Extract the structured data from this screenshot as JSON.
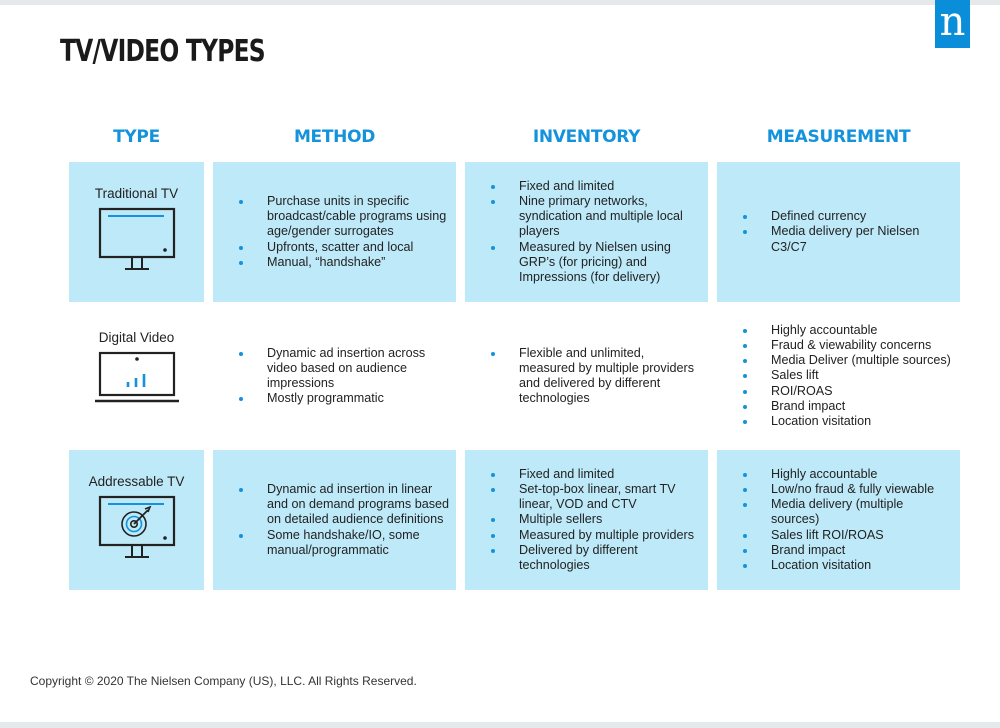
{
  "page": {
    "title": "TV/VIDEO TYPES",
    "logo_letter": "n",
    "copyright": "Copyright © 2020 The Nielsen Company (US), LLC. All Rights Reserved."
  },
  "colors": {
    "accent": "#1493dc",
    "cell_fill": "#bee9f8",
    "logo_bg": "#0a8ed9"
  },
  "headers": {
    "type": "TYPE",
    "method": "METHOD",
    "inventory": "INVENTORY",
    "measurement": "MEASUREMENT"
  },
  "rows": [
    {
      "type": "Traditional TV",
      "icon": "tv-monitor-icon",
      "method": [
        "Purchase units in specific broadcast/cable programs using age/gender surrogates",
        "Upfronts, scatter and local",
        "Manual, “handshake”"
      ],
      "inventory": [
        "Fixed and limited",
        "Nine primary networks, syndication and multiple local players",
        "Measured by Nielsen using GRP’s (for pricing) and Impressions (for delivery)"
      ],
      "measurement": [
        "Defined currency",
        "Media delivery per Nielsen C3/C7"
      ]
    },
    {
      "type": "Digital Video",
      "icon": "laptop-chart-icon",
      "method": [
        "Dynamic ad insertion across video based on audience impressions",
        "Mostly programmatic"
      ],
      "inventory": [
        "Flexible and unlimited, measured by multiple providers and delivered by different technologies"
      ],
      "measurement": [
        "Highly accountable",
        "Fraud & viewability concerns",
        "Media Deliver (multiple sources)",
        "Sales lift",
        "ROI/ROAS",
        "Brand impact",
        "Location visitation"
      ]
    },
    {
      "type": "Addressable TV",
      "icon": "tv-target-icon",
      "method": [
        "Dynamic ad insertion in linear and on demand programs based on detailed audience definitions",
        "Some handshake/IO, some manual/programmatic"
      ],
      "inventory": [
        "Fixed and limited",
        "Set-top-box linear, smart TV linear, VOD and CTV",
        "Multiple sellers",
        "Measured by multiple providers",
        "Delivered by different technologies"
      ],
      "measurement": [
        "Highly accountable",
        "Low/no fraud & fully viewable",
        "Media delivery (multiple sources)",
        "Sales lift ROI/ROAS",
        "Brand impact",
        "Location visitation"
      ]
    }
  ]
}
